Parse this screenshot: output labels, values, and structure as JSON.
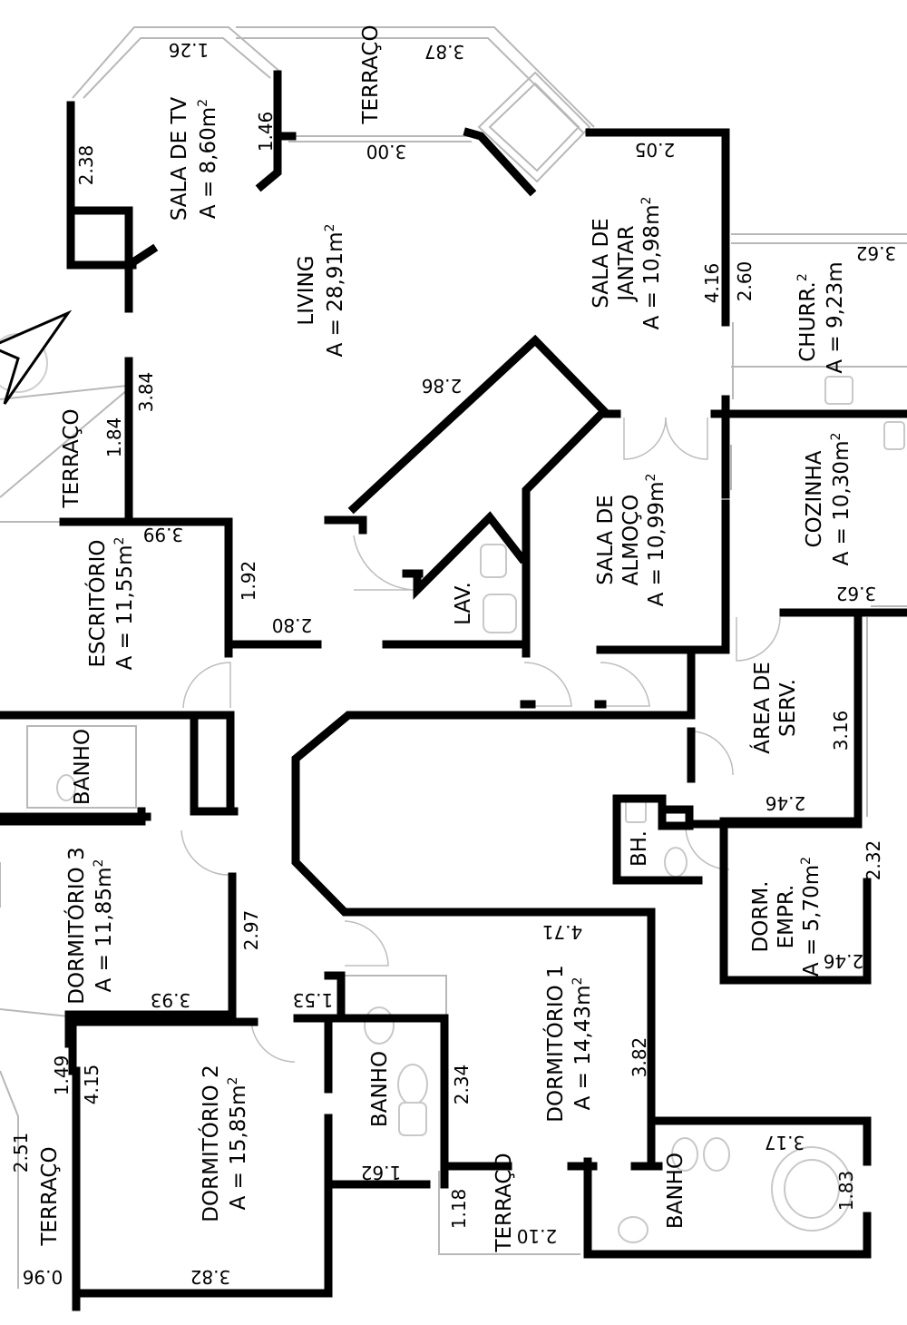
{
  "rooms": {
    "sala_tv": {
      "name": "SALA DE TV",
      "area": "A = 8,60m",
      "sup": "2"
    },
    "living": {
      "name": "LIVING",
      "area": "A = 28,91m",
      "sup": "2"
    },
    "sala_jantar": {
      "name1": "SALA DE",
      "name2": "JANTAR",
      "area": "A = 10,98m",
      "sup": "2"
    },
    "churr": {
      "name": "CHURR.",
      "area": "A = 9,23m",
      "sup": "2"
    },
    "cozinha": {
      "name": "COZINHA",
      "area": "A = 10,30m",
      "sup": "2"
    },
    "sala_almoco": {
      "name1": "SALA DE",
      "name2": "ALMOÇO",
      "area": "A = 10,99m",
      "sup": "2"
    },
    "lav": {
      "name": "LAV."
    },
    "escritorio": {
      "name": "ESCRITÓRIO",
      "area": "A = 11,55m",
      "sup": "2"
    },
    "area_serv": {
      "name1": "ÁREA DE",
      "name2": "SERV."
    },
    "bh": {
      "name": "BH."
    },
    "dorm_empr": {
      "name1": "DORM.",
      "name2": "EMPR.",
      "area": "A = 5,70m",
      "sup": "2"
    },
    "banho_1": {
      "name": "BANHO"
    },
    "dormitorio_3": {
      "name": "DORMITÓRIO 3",
      "area": "A = 11,85m",
      "sup": "2"
    },
    "dormitorio_1": {
      "name": "DORMITÓRIO 1",
      "area": "A = 14,43m",
      "sup": "2"
    },
    "dormitorio_2": {
      "name": "DORMITÓRIO 2",
      "area": "A = 15,85m",
      "sup": "2"
    },
    "banho_2": {
      "name": "BANHO"
    },
    "banho_3": {
      "name": "BANHO"
    },
    "terraco_top": {
      "name": "TERRAÇO"
    },
    "terraco_left": {
      "name": "TERRAÇO"
    },
    "terraco_mid": {
      "name": "TERRAÇO"
    },
    "terraco_bottom": {
      "name": "TERRAÇO"
    }
  },
  "dimensions": {
    "d_1_26": "1.26",
    "d_3_87": "3.87",
    "d_2_38": "2.38",
    "d_1_46": "1.46",
    "d_3_00": "3.00",
    "d_2_05": "2.05",
    "d_3_62_top": "3.62",
    "d_4_16": "4.16",
    "d_2_60": "2.60",
    "d_2_86": "2.86",
    "d_3_84": "3.84",
    "d_1_84": "1.84",
    "d_3_99": "3.99",
    "d_1_92": "1.92",
    "d_2_80": "2.80",
    "d_3_62_mid": "3.62",
    "d_3_16": "3.16",
    "d_2_46_a": "2.46",
    "d_2_32": "2.32",
    "d_2_46_b": "2.46",
    "d_2_97": "2.97",
    "d_4_71": "4.71",
    "d_3_93": "3.93",
    "d_1_53": "1.53",
    "d_1_49": "1.49",
    "d_4_15": "4.15",
    "d_2_34": "2.34",
    "d_3_82_a": "3.82",
    "d_3_17": "3.17",
    "d_2_51": "2.51",
    "d_1_62": "1.62",
    "d_1_18": "1.18",
    "d_2_10": "2.10",
    "d_1_83": "1.83",
    "d_0_96": "0.96",
    "d_3_82_b": "3.82"
  }
}
